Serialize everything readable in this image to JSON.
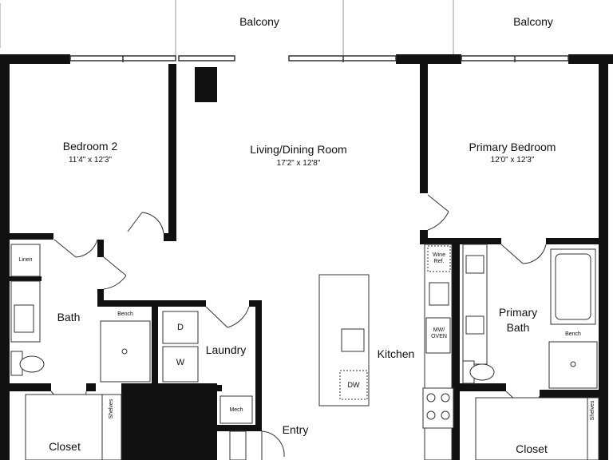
{
  "plan": {
    "balcony_left": "Balcony",
    "balcony_right": "Balcony",
    "bedroom2": {
      "name": "Bedroom 2",
      "dims": "11'4\" x 12'3\""
    },
    "living": {
      "name": "Living/Dining Room",
      "dims": "17'2\" x 12'8\""
    },
    "primary_bedroom": {
      "name": "Primary Bedroom",
      "dims": "12'0\" x 12'3\""
    },
    "linen": "Linen",
    "bath": "Bath",
    "bench_left": "Bench",
    "washer_d": "D",
    "washer_w": "W",
    "laundry": "Laundry",
    "kitchen": "Kitchen",
    "dw": "DW",
    "wine_ref": "Wine\nRef.",
    "mw_oven": "MW/\nOVEN",
    "primary_bath": "Primary\nBath",
    "bench_right": "Bench",
    "mech": "Mech",
    "entry": "Entry",
    "shelves_left": "Shelves",
    "shelves_right": "Shelves",
    "closet_left": "Closet",
    "closet_right": "Closet"
  }
}
